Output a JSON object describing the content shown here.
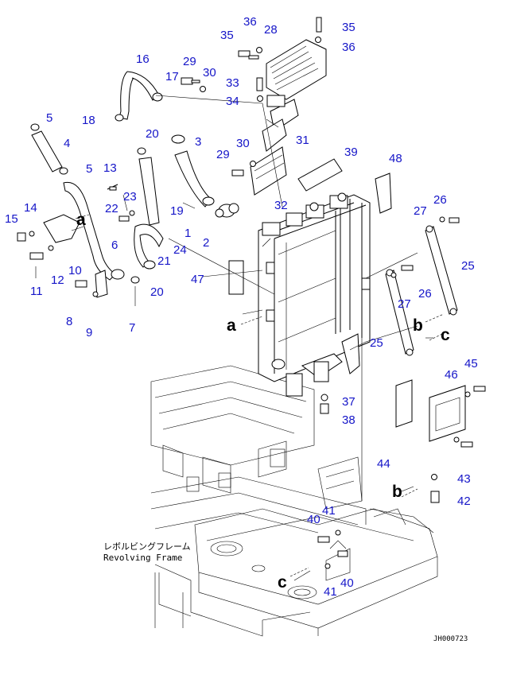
{
  "colors": {
    "callout": "#1515c8",
    "line": "#000000",
    "background": "#ffffff"
  },
  "callouts": [
    "1",
    "2",
    "3",
    "4",
    "5",
    "5",
    "6",
    "7",
    "8",
    "9",
    "10",
    "11",
    "12",
    "13",
    "14",
    "15",
    "16",
    "17",
    "18",
    "19",
    "20",
    "20",
    "21",
    "22",
    "23",
    "24",
    "25",
    "25",
    "26",
    "26",
    "27",
    "27",
    "28",
    "29",
    "29",
    "30",
    "30",
    "31",
    "32",
    "33",
    "34",
    "35",
    "35",
    "36",
    "36",
    "37",
    "38",
    "39",
    "40",
    "40",
    "41",
    "41",
    "42",
    "43",
    "44",
    "45",
    "46",
    "47",
    "48"
  ],
  "letters": [
    "a",
    "a",
    "b",
    "b",
    "c",
    "c"
  ],
  "caption": {
    "japanese": "レボルビングフレーム",
    "english": "Revolving Frame"
  },
  "drawing_code": "JH000723"
}
